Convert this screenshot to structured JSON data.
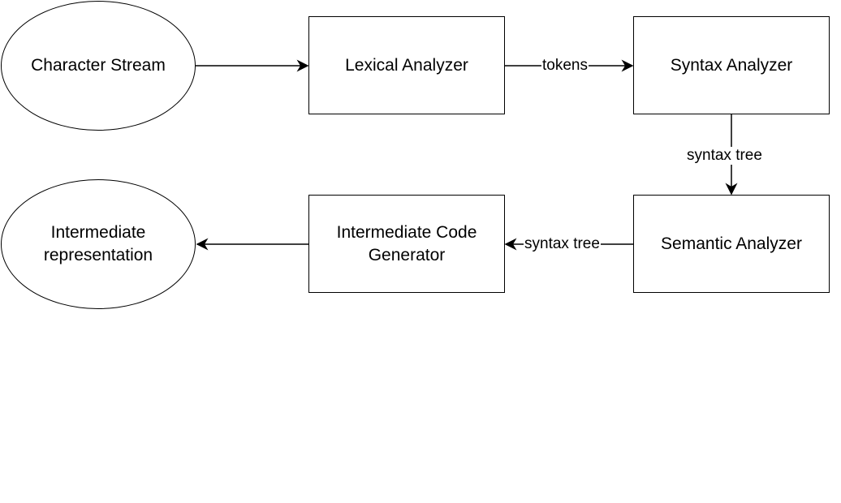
{
  "nodes": {
    "character_stream": "Character Stream",
    "lexical_analyzer": "Lexical Analyzer",
    "syntax_analyzer": "Syntax Analyzer",
    "semantic_analyzer": "Semantic Analyzer",
    "intermediate_code_generator": [
      "Intermediate Code",
      "Generator"
    ],
    "intermediate_representation": [
      "Intermediate",
      "representation"
    ]
  },
  "edges": {
    "lexical_to_syntax": "tokens",
    "syntax_to_semantic": "syntax tree",
    "semantic_to_icg": "syntax tree"
  }
}
